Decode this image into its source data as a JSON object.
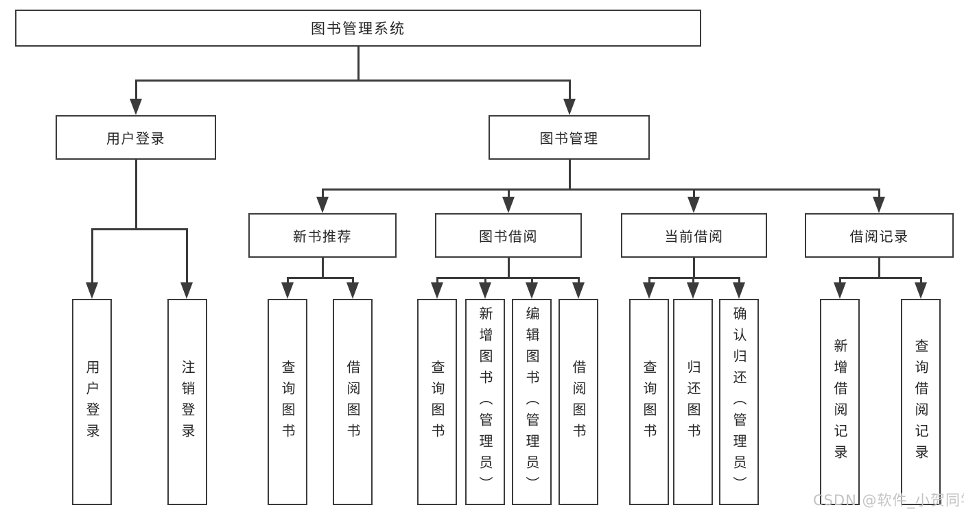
{
  "colors": {
    "line": "#3b3b3b",
    "text": "#262626",
    "background": "#ffffff",
    "watermark": "#c3c3c3"
  },
  "watermark": {
    "text": "CSDN @软件_小贺同学"
  },
  "tree": {
    "root": {
      "label": "图书管理系统",
      "children": [
        {
          "label": "用户登录",
          "children": [
            {
              "label": "用户登录"
            },
            {
              "label": "注销登录"
            }
          ]
        },
        {
          "label": "图书管理",
          "children": [
            {
              "label": "新书推荐",
              "children": [
                {
                  "label": "查询图书"
                },
                {
                  "label": "借阅图书"
                }
              ]
            },
            {
              "label": "图书借阅",
              "children": [
                {
                  "label": "查询图书"
                },
                {
                  "label": "新增图书（管理员）"
                },
                {
                  "label": "编辑图书（管理员）"
                },
                {
                  "label": "借阅图书"
                }
              ]
            },
            {
              "label": "当前借阅",
              "children": [
                {
                  "label": "查询图书"
                },
                {
                  "label": "归还图书"
                },
                {
                  "label": "确认归还（管理员）"
                }
              ]
            },
            {
              "label": "借阅记录",
              "children": [
                {
                  "label": "新增借阅记录"
                },
                {
                  "label": "查询借阅记录"
                }
              ]
            }
          ]
        }
      ]
    }
  }
}
